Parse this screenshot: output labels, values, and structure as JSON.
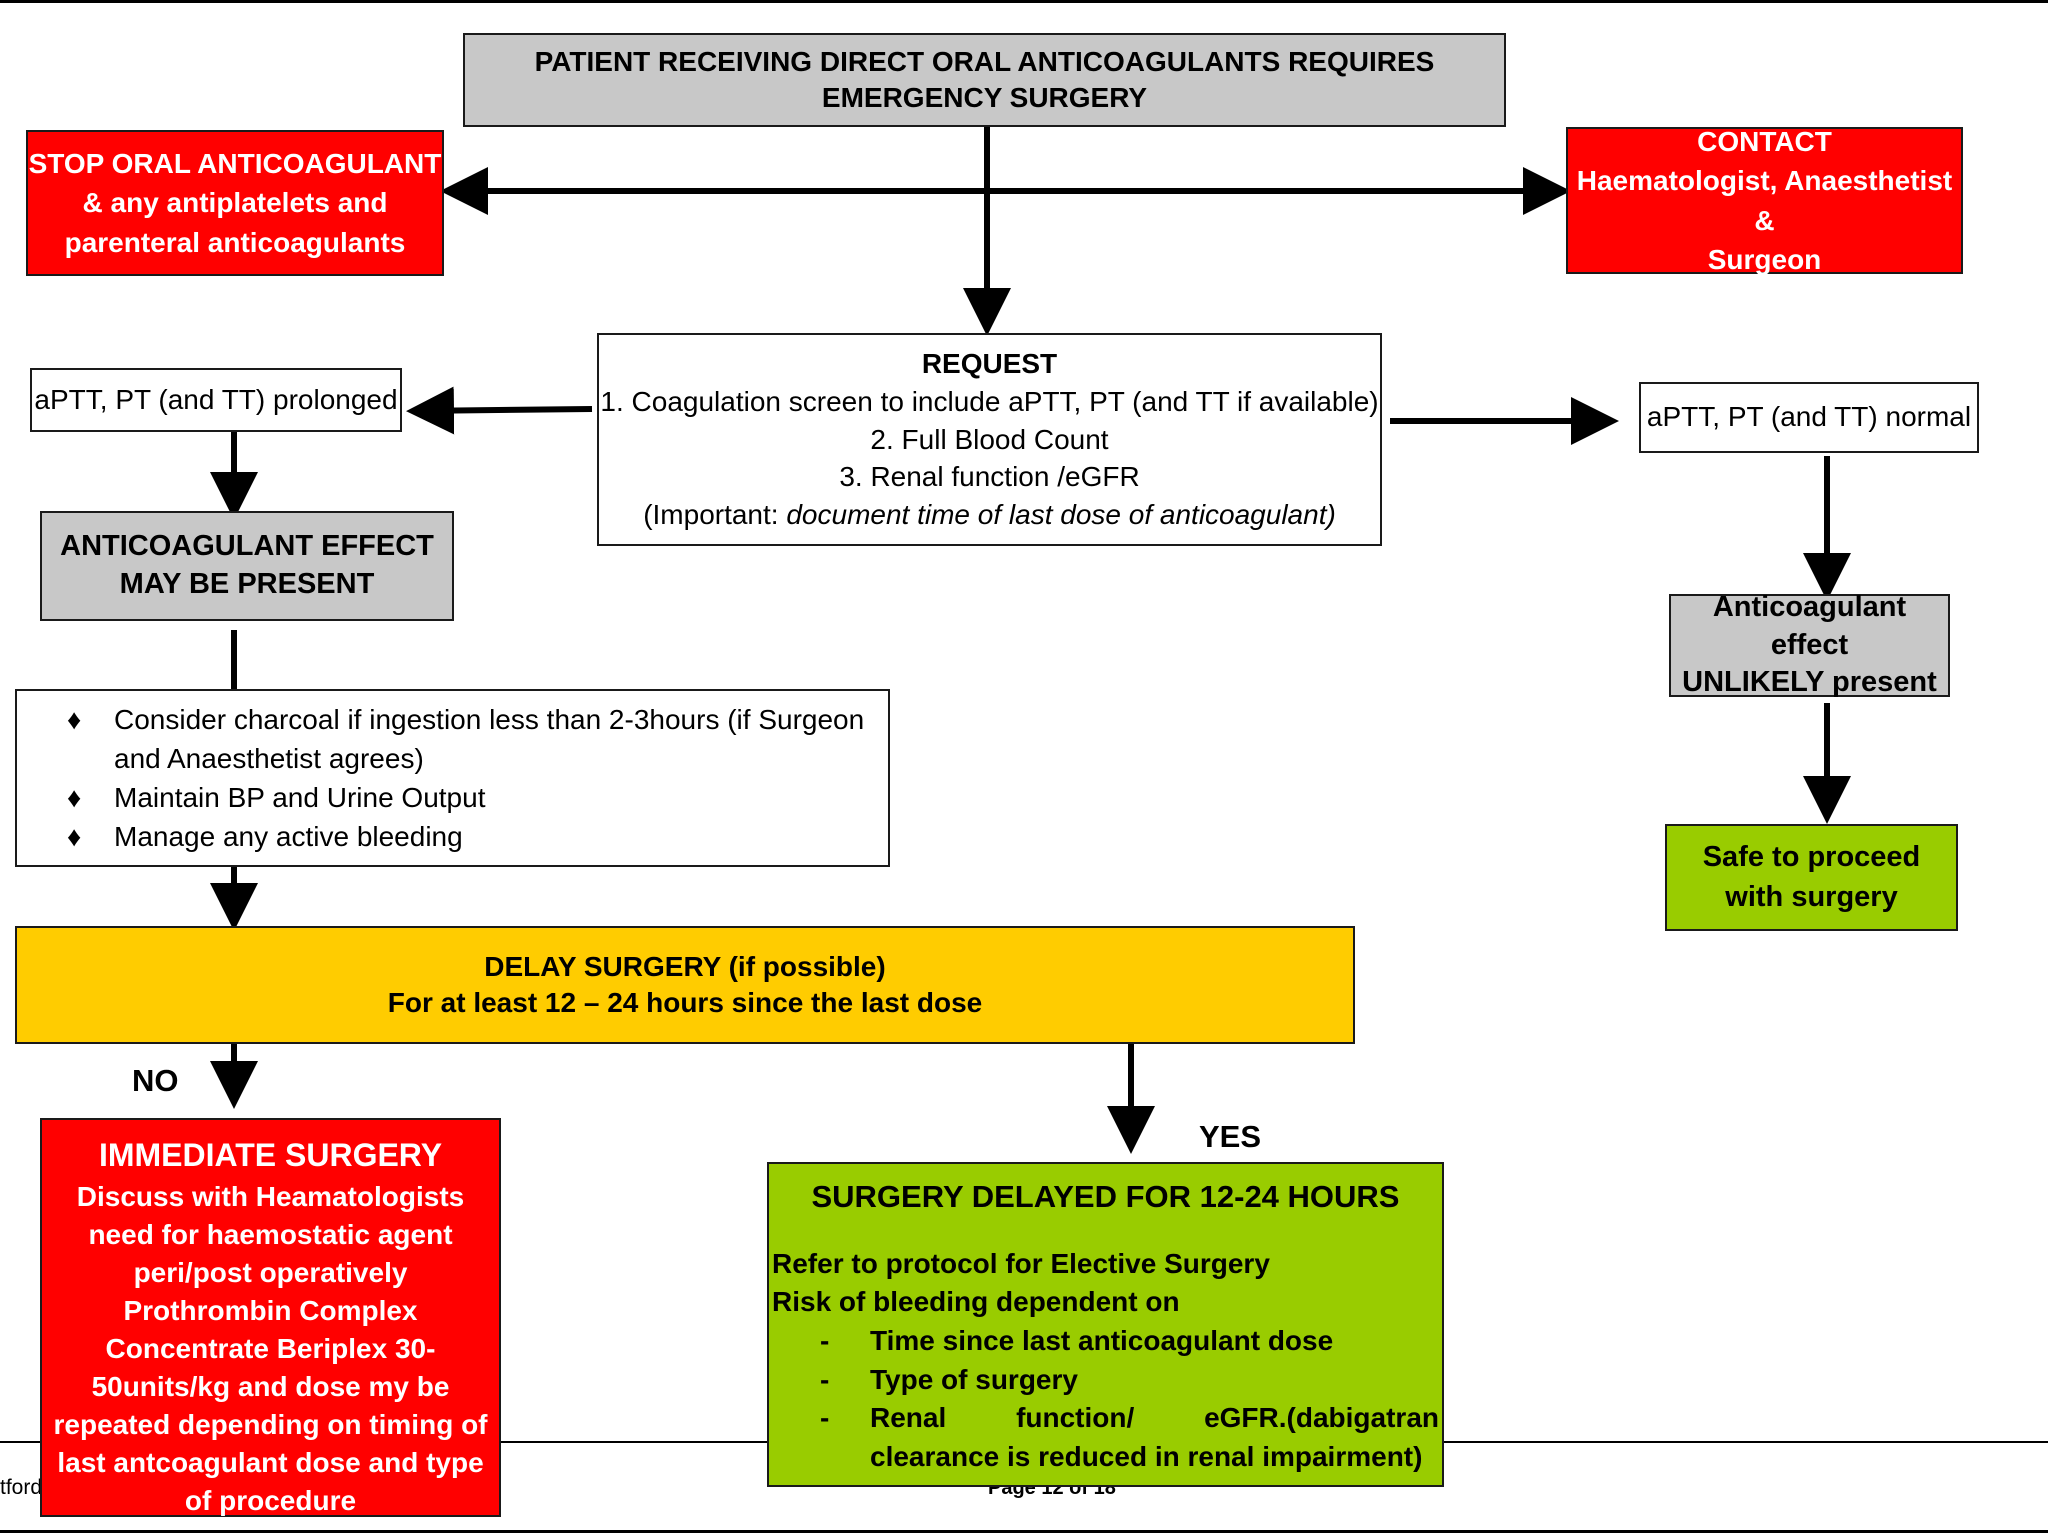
{
  "top": {
    "line1": "PATIENT RECEIVING DIRECT ORAL ANTICOAGULANTS REQUIRES",
    "line2": "EMERGENCY SURGERY"
  },
  "stop": {
    "line1": "STOP ORAL ANTICOAGULANT",
    "line2": "& any antiplatelets and",
    "line3": "parenteral anticoagulants"
  },
  "contact": {
    "line1": "CONTACT",
    "line2": "Haematologist, Anaesthetist &",
    "line3": "Surgeon"
  },
  "request": {
    "title": "REQUEST",
    "item1": "1. Coagulation screen to include aPTT, PT (and TT if available)",
    "item2": "2. Full Blood Count",
    "item3": "3. Renal function /eGFR",
    "note_prefix": "(Important: ",
    "note_italic": "document time of last dose of anticoagulant)"
  },
  "prolonged": {
    "text": "aPTT, PT (and TT) prolonged"
  },
  "normal": {
    "text": "aPTT, PT (and TT) normal"
  },
  "effect_present": {
    "line1": "ANTICOAGULANT EFFECT",
    "line2": "MAY BE PRESENT"
  },
  "effect_unlikely": {
    "line1": "Anticoagulant effect",
    "line2": "UNLIKELY present"
  },
  "safe": {
    "line1": "Safe to proceed",
    "line2": "with surgery"
  },
  "consider": {
    "bullet": "♦",
    "items": [
      "Consider charcoal if ingestion less than 2-3hours (if Surgeon and Anaesthetist agrees)",
      "Maintain BP and Urine Output",
      "Manage any active bleeding"
    ]
  },
  "delay": {
    "line1": "DELAY SURGERY (if possible)",
    "line2": "For at least 12 – 24 hours since the last dose"
  },
  "labels": {
    "no": "NO",
    "yes": "YES"
  },
  "immediate": {
    "title": "IMMEDIATE SURGERY",
    "line1": "Discuss with Heamatologists need for haemostatic agent peri/post operatively",
    "line2": "Prothrombin Complex Concentrate Beriplex 30-50units/kg and dose my be repeated depending on timing of last antcoagulant dose and type of procedure"
  },
  "delayed": {
    "title": "SURGERY DELAYED FOR 12-24 HOURS",
    "line1": "Refer to protocol for Elective Surgery",
    "line2": "Risk of bleeding dependent on",
    "dash": "-",
    "items": [
      "Time since last anticoagulant dose",
      "Type of surgery",
      "Renal function/ eGFR.(dabigatran clearance is reduced in renal impairment)"
    ]
  },
  "footer": {
    "left": "tford",
    "page": "Page 12 of 18"
  },
  "colors": {
    "red": "#ff0000",
    "grey": "#c8c8c8",
    "green": "#99cc00",
    "yellow": "#ffcc00"
  }
}
